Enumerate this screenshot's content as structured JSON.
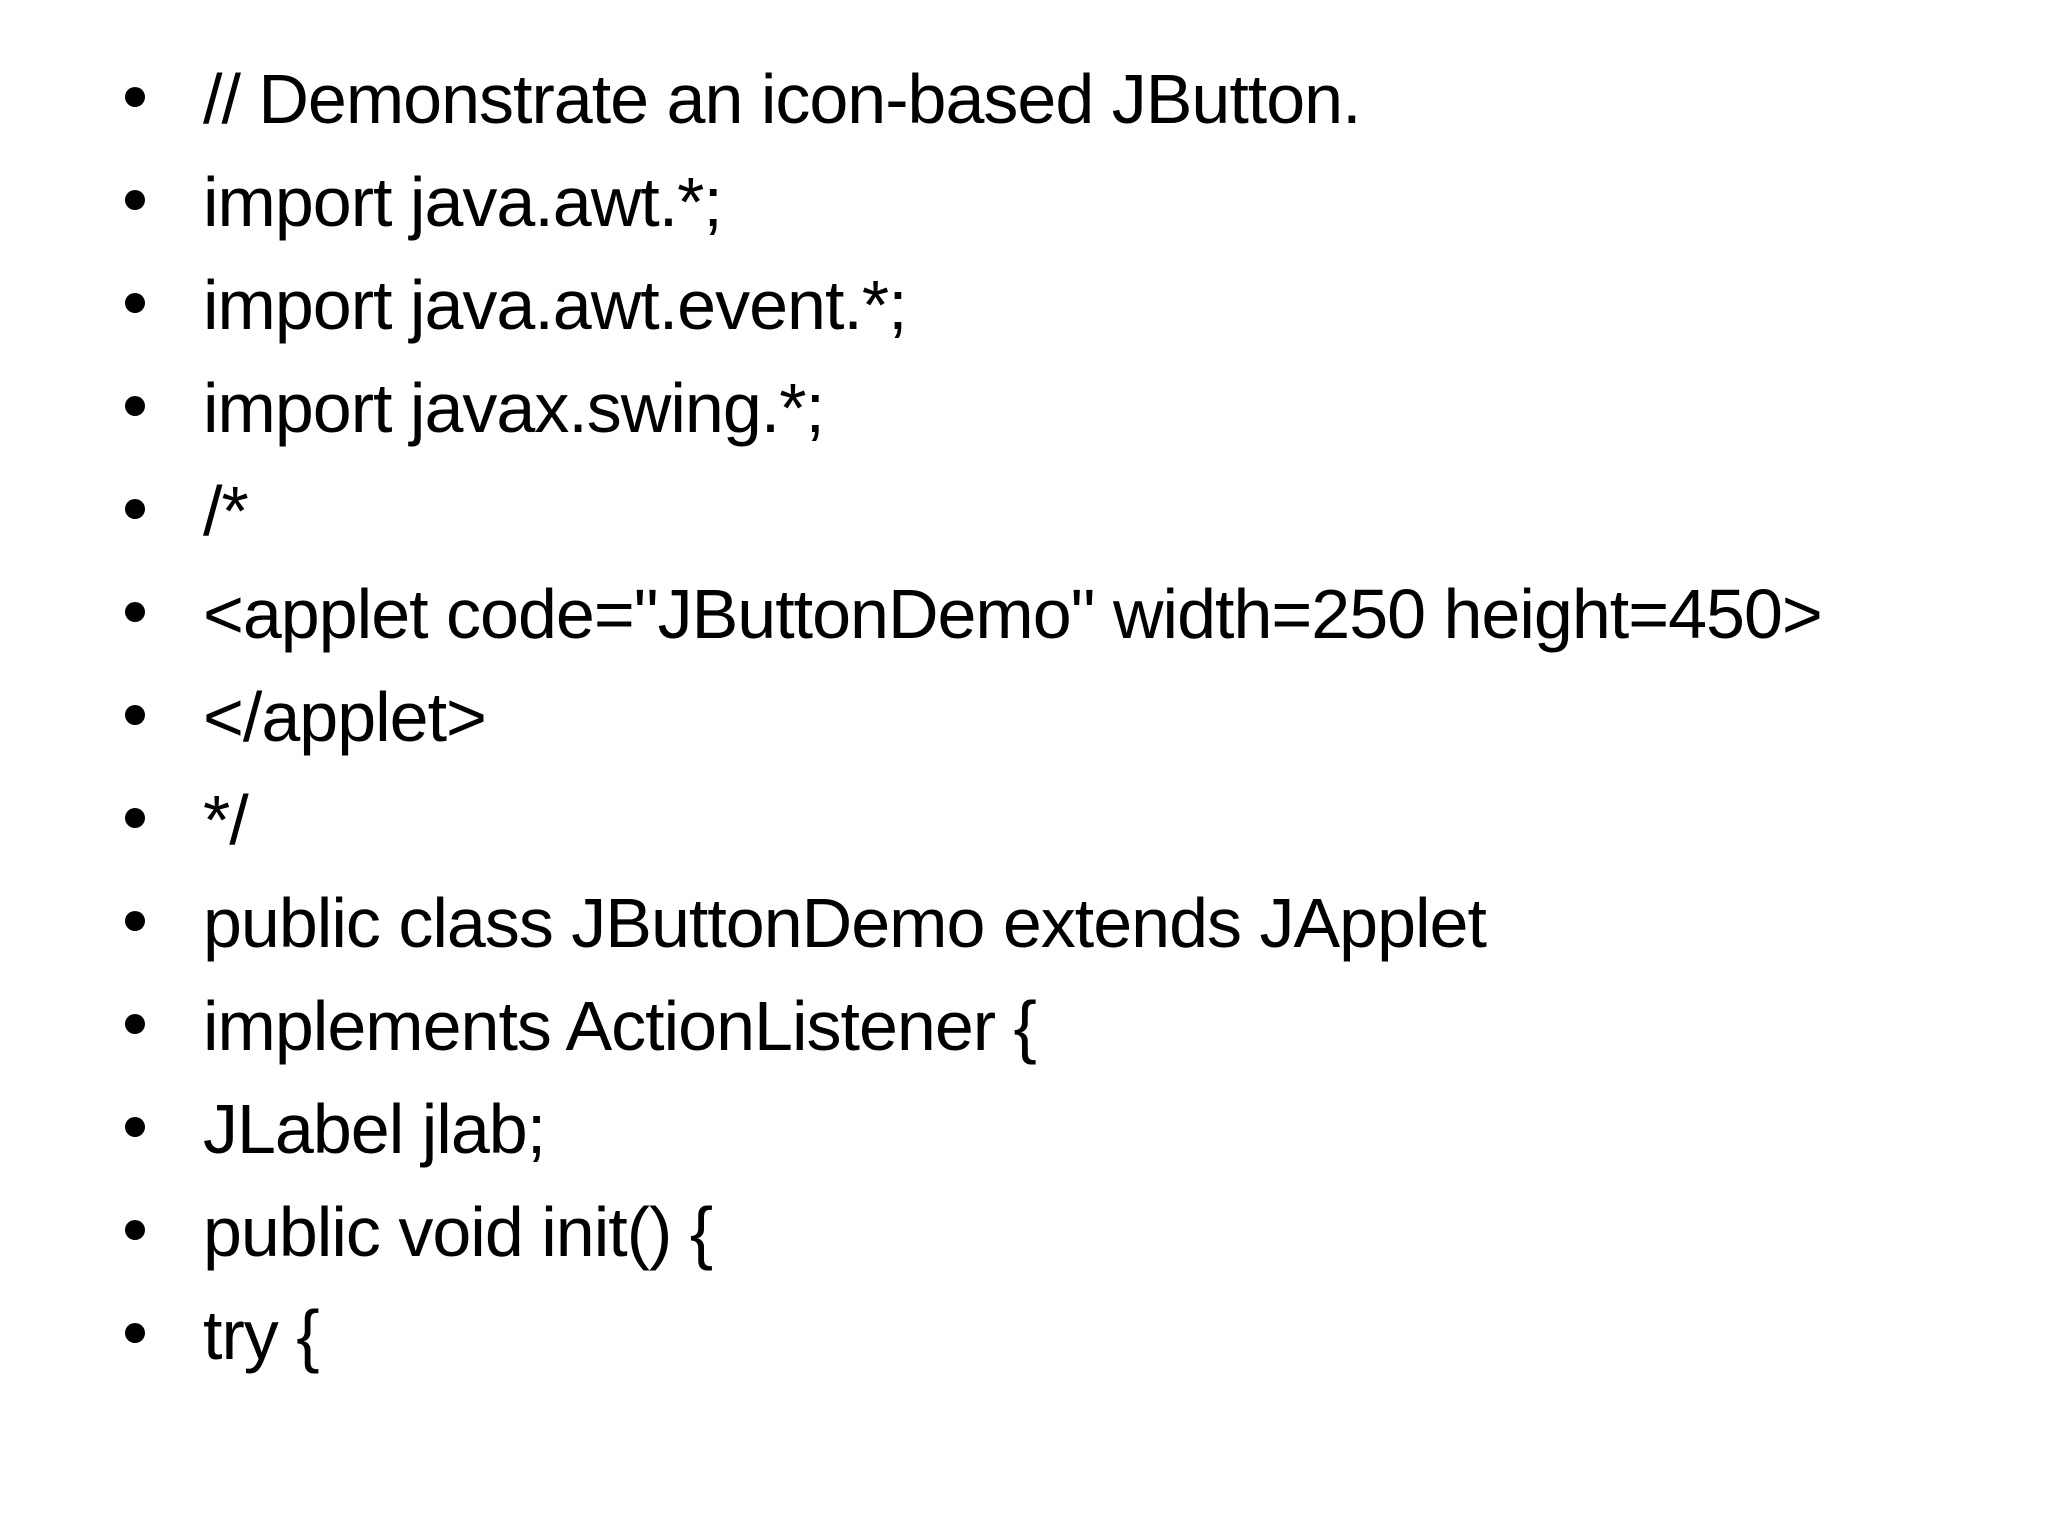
{
  "slide": {
    "background": "#ffffff",
    "text_color": "#000000",
    "code_lines": [
      "// Demonstrate an icon-based JButton.",
      "import java.awt.*;",
      "import java.awt.event.*;",
      "import javax.swing.*;",
      "/*",
      "<applet code=\"JButtonDemo\" width=250 height=450>",
      "</applet>",
      "*/",
      "public class JButtonDemo extends JApplet",
      "implements ActionListener {",
      "JLabel jlab;",
      "public void init() {",
      "try {"
    ]
  }
}
